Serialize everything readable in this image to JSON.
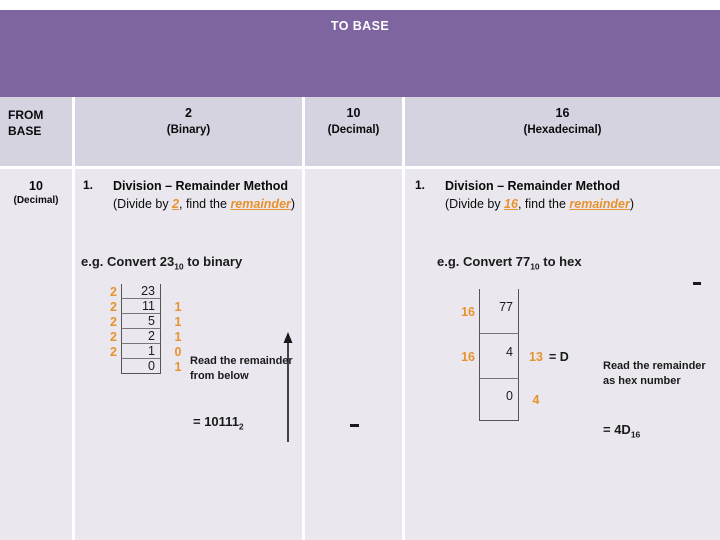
{
  "banner": {
    "title": "TO BASE"
  },
  "table": {
    "row_header_label_line1": "FROM",
    "row_header_label_line2": "BASE",
    "columns": [
      {
        "id": "binary",
        "base": "2",
        "name": "(Binary)"
      },
      {
        "id": "decimal",
        "base": "10",
        "name": "(Decimal)"
      },
      {
        "id": "hexadecimal",
        "base": "16",
        "name": "(Hexadecimal)"
      }
    ],
    "row_label": {
      "base": "10",
      "name": "(Decimal)"
    }
  },
  "binary_cell": {
    "method_number": "1.",
    "method_title": "Division – Remainder Method",
    "paren_pre": "(Divide by ",
    "paren_divisor": "2",
    "paren_mid": ", find the ",
    "paren_keyword": "remainder",
    "paren_post": ")",
    "figure": {
      "caption_pre": "e.g. Convert 23",
      "caption_sub": "10",
      "caption_post": " to binary",
      "ladder": [
        {
          "divisor": "2",
          "quotient": "23",
          "remainder": ""
        },
        {
          "divisor": "2",
          "quotient": "11",
          "remainder": "1"
        },
        {
          "divisor": "2",
          "quotient": "5",
          "remainder": "1"
        },
        {
          "divisor": "2",
          "quotient": "2",
          "remainder": "1"
        },
        {
          "divisor": "2",
          "quotient": "1",
          "remainder": "0"
        },
        {
          "divisor": "",
          "quotient": "0",
          "remainder": "1"
        }
      ],
      "note": "Read the remainder from below",
      "result_pre": "= 10111",
      "result_sub": "2"
    }
  },
  "decimal_cell": {
    "dash": "-"
  },
  "hex_cell": {
    "method_number": "1.",
    "method_title": "Division – Remainder Method",
    "paren_pre": "(Divide by ",
    "paren_divisor": "16",
    "paren_mid": ", find the ",
    "paren_keyword": "remainder",
    "paren_post": ")",
    "dash": "-",
    "figure": {
      "caption_pre": "e.g. Convert 77",
      "caption_sub": "10",
      "caption_post": " to hex",
      "ladder": [
        {
          "divisor": "16",
          "quotient": "77",
          "remainder": "",
          "equals": ""
        },
        {
          "divisor": "16",
          "quotient": "4",
          "remainder": "13",
          "equals": "= D"
        },
        {
          "divisor": "",
          "quotient": "0",
          "remainder": "4",
          "equals": ""
        }
      ],
      "note": "Read the remainder as hex number",
      "result_pre": "= 4D",
      "result_sub": "16"
    }
  },
  "colors": {
    "banner_purple": "#7E65A0",
    "header_cell": "#D6D3E0",
    "body_cell": "#EAE8EE",
    "accent_orange": "#E8922E",
    "text": "#0a0a0a"
  }
}
